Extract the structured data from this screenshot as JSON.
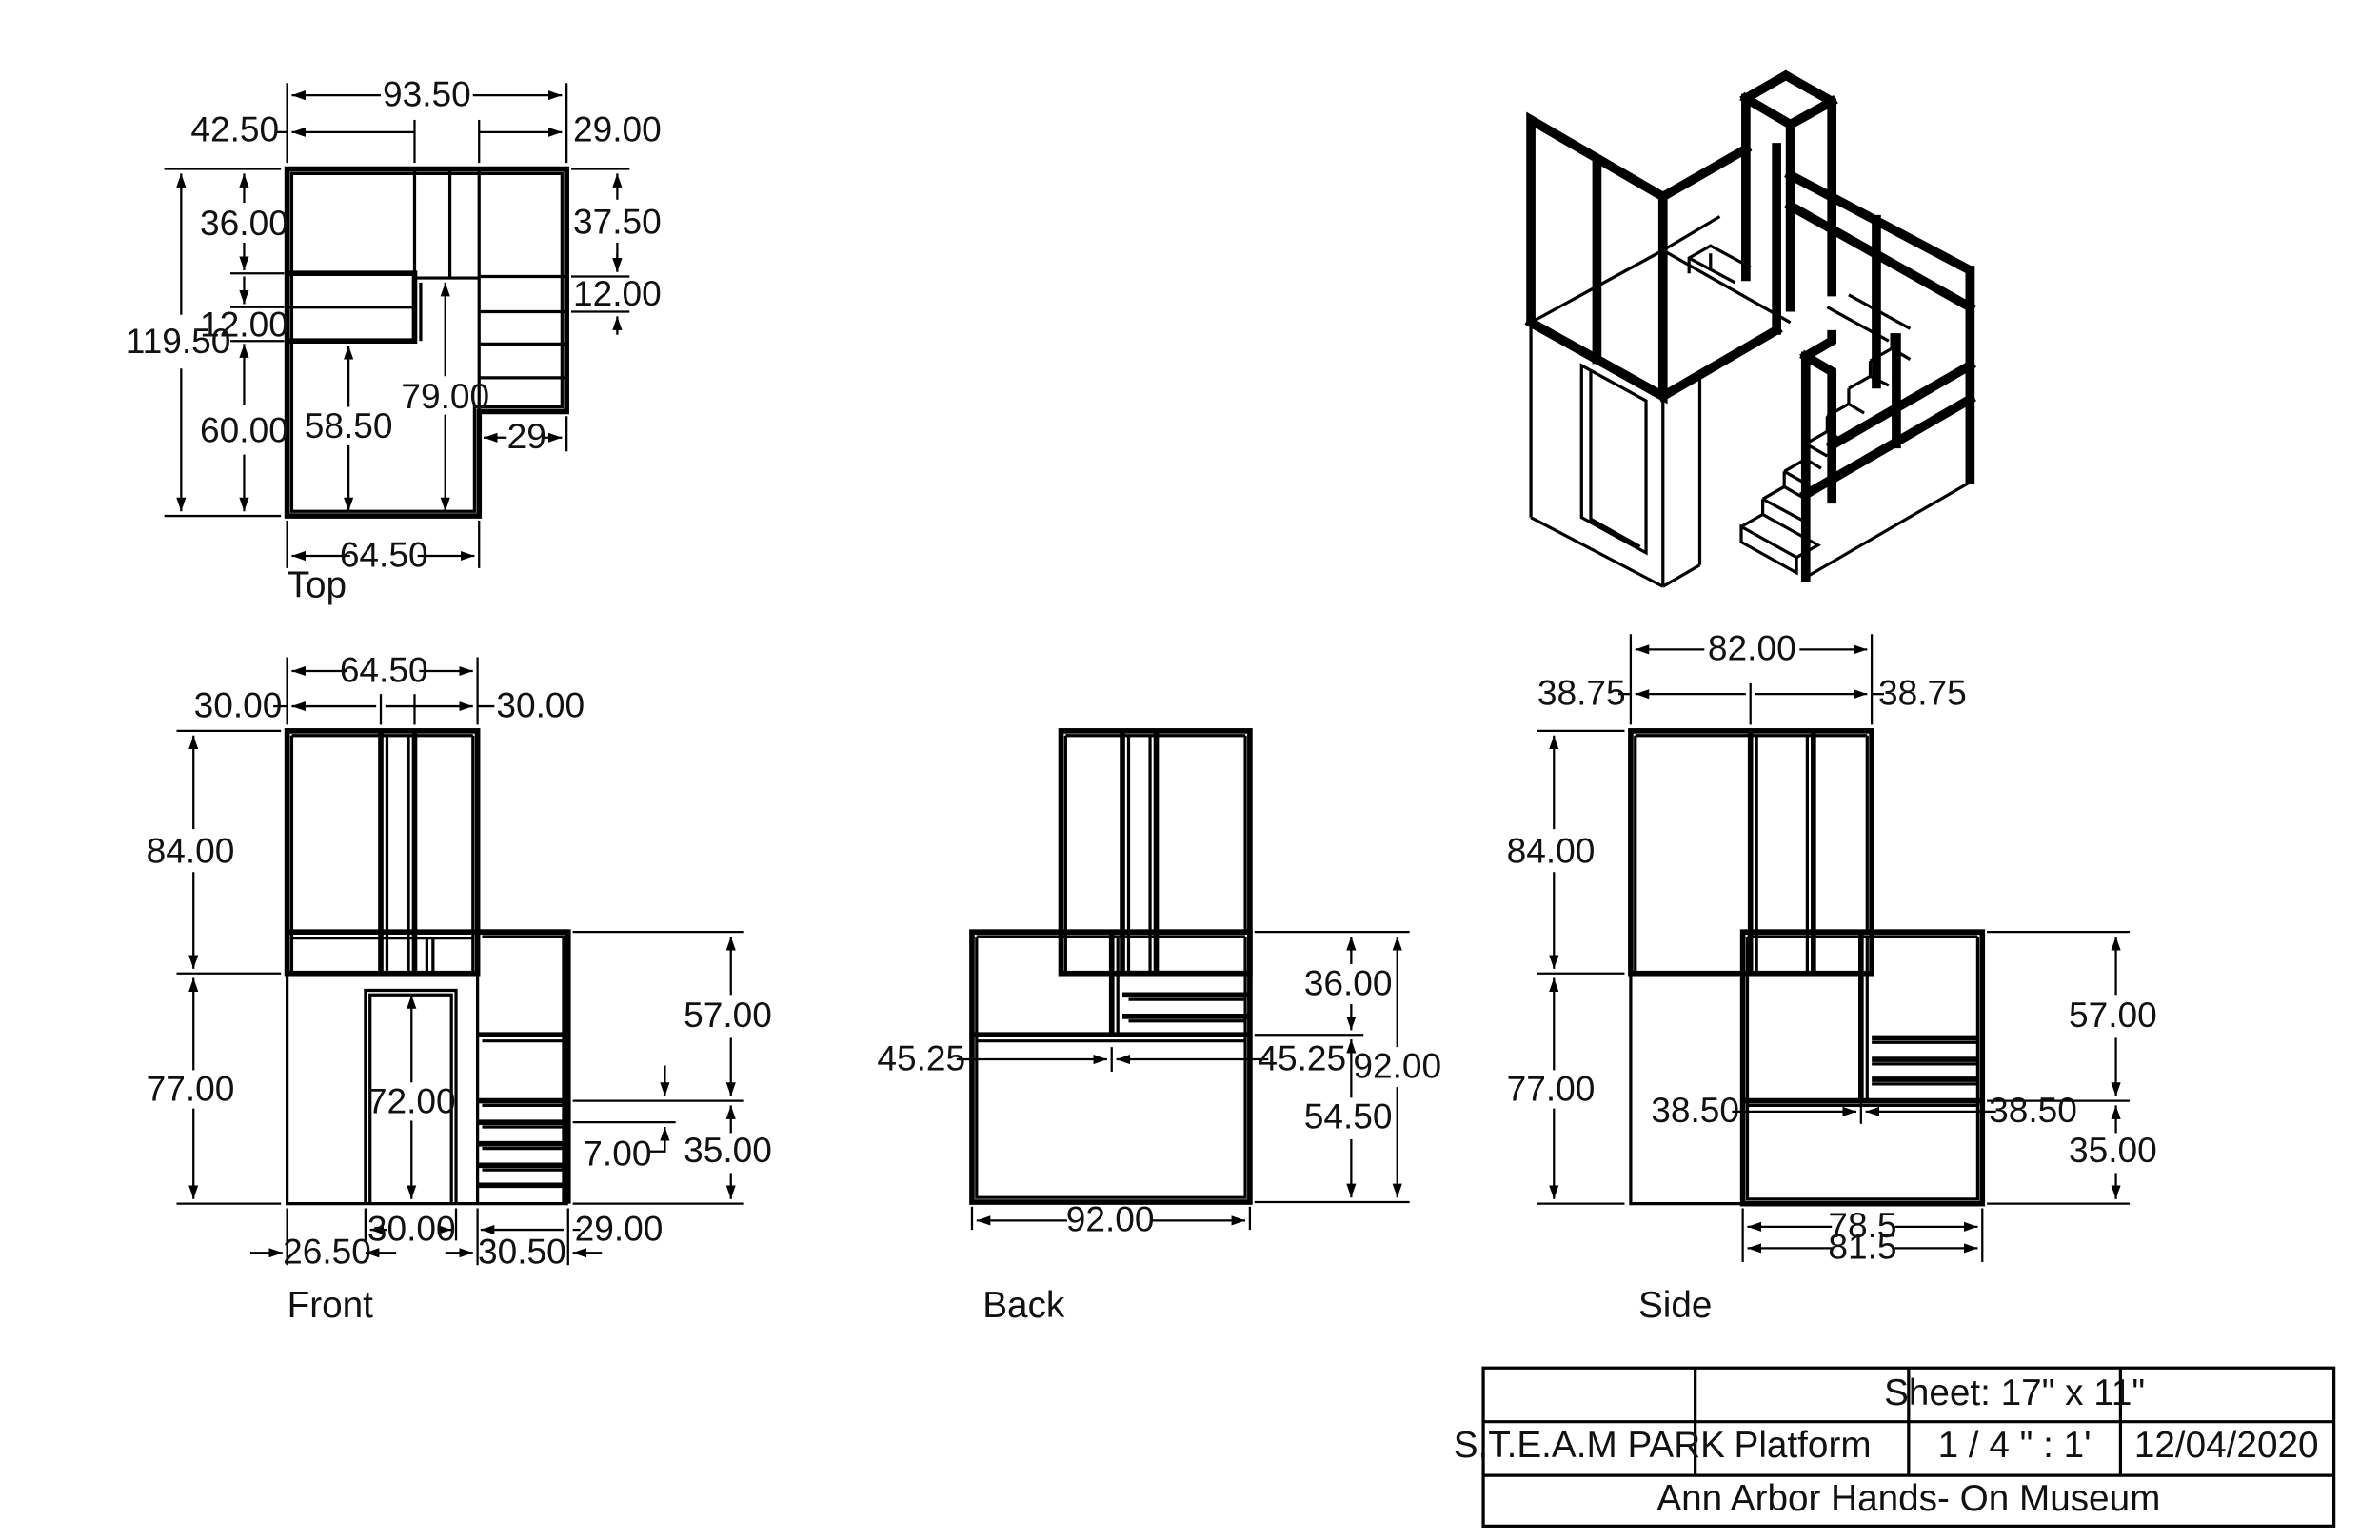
{
  "views": {
    "top": {
      "label": "Top"
    },
    "front": {
      "label": "Front"
    },
    "back": {
      "label": "Back"
    },
    "side": {
      "label": "Side"
    }
  },
  "dimensions": {
    "top": {
      "overall_width": "93.50",
      "left_width": "42.50",
      "right_width": "29.00",
      "overall_depth": "119.50",
      "upper_depth": "36.00",
      "middle_gap": "12.00",
      "lower_depth": "60.00",
      "inner_depth": "58.50",
      "right_depth": "79.00",
      "stair_upper": "37.50",
      "stair_mid": "12.00",
      "stair_width": "29",
      "bottom_width": "64.50"
    },
    "front": {
      "top_width": "64.50",
      "left_panel": "30.00",
      "right_panel": "30.00",
      "upper_height": "84.00",
      "lower_height": "77.00",
      "door_height": "72.00",
      "stair_upper": "57.00",
      "stair_lower": "35.00",
      "step_rise": "7.00",
      "door_width": "30.00",
      "left_offset": "26.50",
      "stair_width": "30.50",
      "right_offset": "29.00"
    },
    "back": {
      "upper_height": "36.00",
      "total_height": "92.00",
      "lower_height": "54.50",
      "left_half": "45.25",
      "right_half": "45.25",
      "width": "92.00"
    },
    "side": {
      "top_width": "82.00",
      "left_panel": "38.75",
      "right_panel": "38.75",
      "upper_height": "84.00",
      "lower_height": "77.00",
      "stair_upper": "57.00",
      "stair_lower": "35.00",
      "left_half": "38.50",
      "right_half": "38.50",
      "inner_width": "78.5",
      "outer_width": "81.5"
    }
  },
  "title_block": {
    "sheet": "Sheet: 17\" x 11\"",
    "project": "S.T.E.A.M PARK",
    "item": "Platform",
    "scale": "1 / 4 \" : 1'",
    "date": "12/04/2020",
    "client": "Ann Arbor Hands- On Museum"
  }
}
